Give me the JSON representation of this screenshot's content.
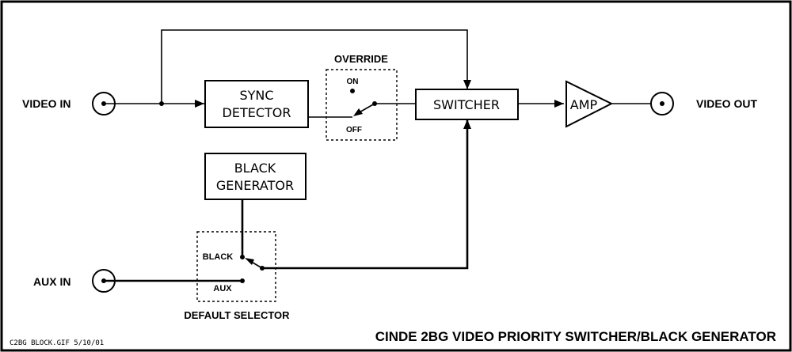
{
  "labels": {
    "video_in": "VIDEO IN",
    "video_out": "VIDEO OUT",
    "aux_in": "AUX IN",
    "override": "OVERRIDE",
    "override_on": "ON",
    "override_off": "OFF",
    "default_selector": "DEFAULT SELECTOR",
    "selector_black": "BLACK",
    "selector_aux": "AUX",
    "footer_left": "C2BG BLOCK.GIF 5/10/01",
    "footer_title": "CINDE 2BG VIDEO PRIORITY SWITCHER/BLACK GENERATOR"
  },
  "blocks": {
    "sync_detector": [
      "SYNC",
      "DETECTOR"
    ],
    "switcher": "SWITCHER",
    "black_generator": [
      "BLACK",
      "GENERATOR"
    ],
    "amp": "AMP"
  }
}
